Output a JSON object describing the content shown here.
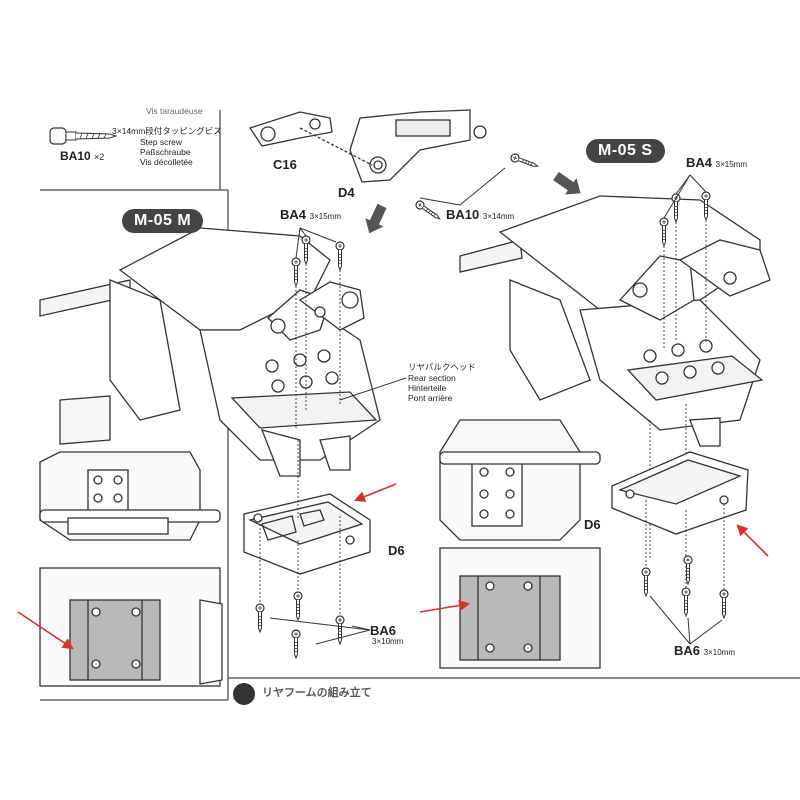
{
  "top_note": {
    "part_label": "BA10",
    "quantity": "×2",
    "lines": [
      "3×14mm段付タッピングビス",
      "Step screw",
      "Paßschraube",
      "Vis décolletée"
    ],
    "clipped_line": "Vis taraudeuse"
  },
  "top_parts": {
    "c16": "C16",
    "d4": "D4",
    "ba10": "BA10",
    "ba10_size": "3×14mm"
  },
  "left_panel": {
    "badge": "M-05 M",
    "ba4": "BA4",
    "ba4_size": "3×15mm",
    "d6": "D6",
    "ba6": "BA6",
    "ba6_size": "3×10mm"
  },
  "rear_section_note": [
    "リヤバルクヘッド",
    "Rear section",
    "Hinterteile",
    "Pont arrière"
  ],
  "right_panel": {
    "badge": "M-05 S",
    "ba4": "BA4",
    "ba4_size": "3×15mm",
    "d6": "D6",
    "ba6": "BA6",
    "ba6_size": "3×10mm"
  },
  "footer_step": "リヤフームの組み立て",
  "colors": {
    "badge_bg": "#444444",
    "arrow_red": "#d8322a",
    "highlight_gray": "#b9b9b9",
    "line": "#333333"
  }
}
